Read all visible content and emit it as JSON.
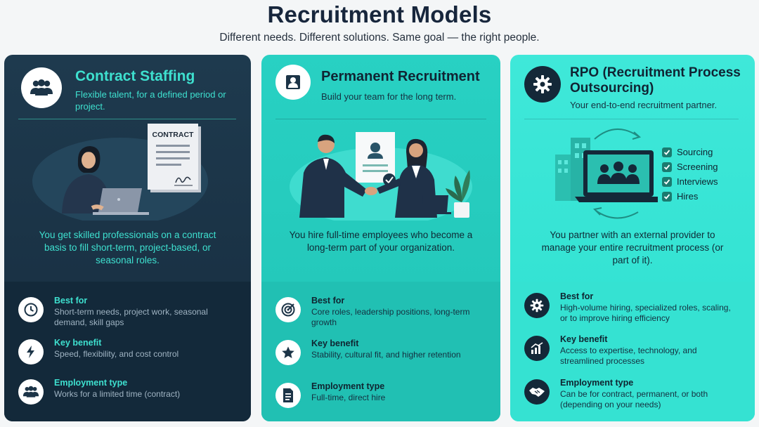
{
  "page": {
    "title": "Recruitment Models",
    "subtitle": "Different needs. Different solutions. Same goal — the right people."
  },
  "colors": {
    "navy": "#1a3245",
    "teal": "#22c4b6",
    "aqua": "#2ee0d0",
    "accent": "#3ee0cf"
  },
  "cards": [
    {
      "id": "contract",
      "icon": "people-group-icon",
      "title": "Contract Staffing",
      "tagline": "Flexible talent, for a defined period or project.",
      "illustration": {
        "document_label": "CONTRACT"
      },
      "description": "You get skilled professionals on a contract basis to fill short-term, project-based, or seasonal roles.",
      "features": [
        {
          "icon": "clock-icon",
          "title": "Best for",
          "text": "Short-term needs, project work, seasonal demand, skill gaps"
        },
        {
          "icon": "lightning-icon",
          "title": "Key benefit",
          "text": "Speed, flexibility, and cost control"
        },
        {
          "icon": "people-group-icon",
          "title": "Employment type",
          "text": "Works for a limited time (contract)"
        }
      ]
    },
    {
      "id": "permanent",
      "icon": "person-icon",
      "title": "Permanent Recruitment",
      "tagline": "Build your team for the long term.",
      "description": "You hire full-time employees who become a long-term part of your organization.",
      "features": [
        {
          "icon": "target-icon",
          "title": "Best for",
          "text": "Core roles, leadership positions, long-term growth"
        },
        {
          "icon": "star-icon",
          "title": "Key benefit",
          "text": "Stability, cultural fit, and higher retention"
        },
        {
          "icon": "document-icon",
          "title": "Employment type",
          "text": "Full-time, direct hire"
        }
      ]
    },
    {
      "id": "rpo",
      "icon": "gear-icon",
      "title": "RPO (Recruitment Process Outsourcing)",
      "tagline": "Your end-to-end recruitment partner.",
      "illustration": {
        "checklist": [
          "Sourcing",
          "Screening",
          "Interviews",
          "Hires"
        ]
      },
      "description": "You partner with an external provider to manage your entire recruitment process (or part of it).",
      "features": [
        {
          "icon": "gear-icon",
          "title": "Best for",
          "text": "High-volume hiring, specialized roles, scaling, or to improve hiring efficiency"
        },
        {
          "icon": "growth-chart-icon",
          "title": "Key benefit",
          "text": "Access to expertise, technology, and streamlined processes"
        },
        {
          "icon": "handshake-icon",
          "title": "Employment type",
          "text": "Can be for contract, permanent, or both (depending on your needs)"
        }
      ]
    }
  ]
}
